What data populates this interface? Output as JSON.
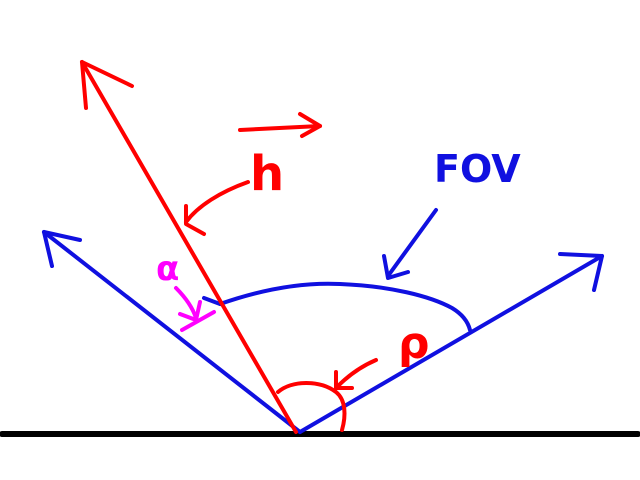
{
  "colors": {
    "background": "#ffffff",
    "ground": "#000000",
    "normal_vector": "#ff0000",
    "fov": "#1010e0",
    "alpha": "#ff00ff"
  },
  "labels": {
    "fov": "FOV",
    "normal": "h",
    "alpha": "α",
    "rho": "ρ"
  },
  "icons": {
    "normal_arrow_overbar": "right-arrow-icon",
    "fov_pointer": "down-left-arrow-icon",
    "normal_pointer": "curved-pointer-icon",
    "alpha_pointer": "down-arrow-icon",
    "rho_pointer": "left-arrow-icon"
  }
}
